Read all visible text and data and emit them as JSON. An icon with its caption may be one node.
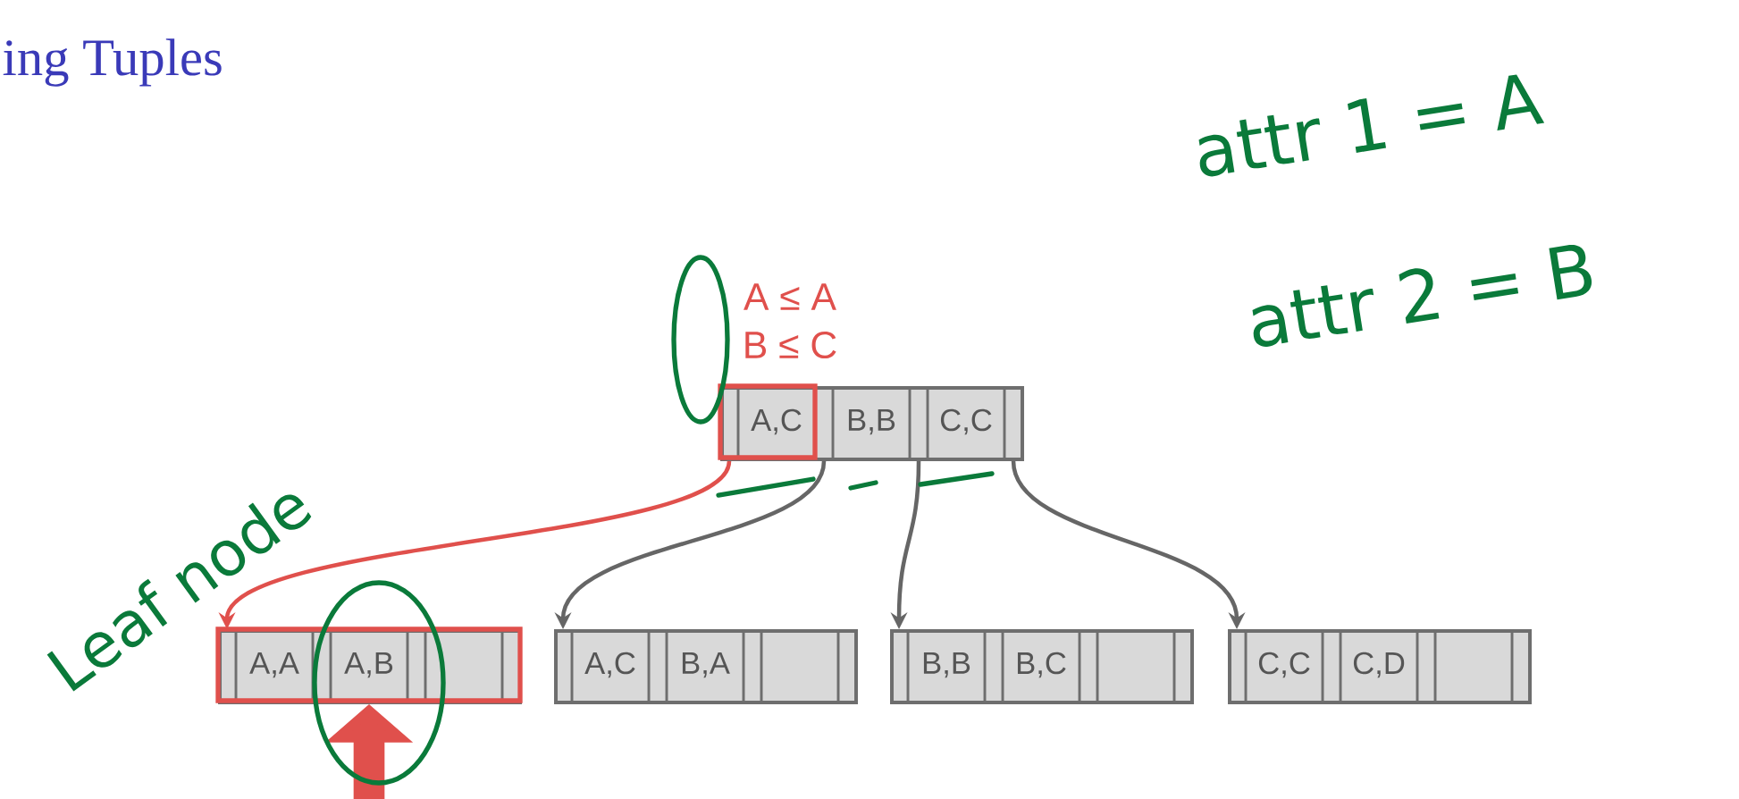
{
  "diagram": {
    "title": "ing Tuples",
    "nodes": [
      {
        "text": [
          "A,C",
          "B,B",
          "C,C"
        ]
      },
      {
        "text": [
          "A,A",
          "A,B"
        ]
      },
      {
        "text": [
          "A,C",
          "B,A"
        ]
      },
      {
        "text": [
          "B,B",
          "B,C"
        ]
      },
      {
        "text": [
          "C,C",
          "C,D"
        ]
      }
    ],
    "edges": [
      {
        "from": 0,
        "to": 1,
        "arrow": "to",
        "color": "#e0504c"
      },
      {
        "from": 0,
        "to": 2,
        "arrow": "to"
      },
      {
        "from": 0,
        "to": 3,
        "arrow": "to"
      },
      {
        "from": 0,
        "to": 4,
        "arrow": "to"
      },
      {
        "from": null,
        "to": 1,
        "arrow": "to",
        "color": "#e0504c",
        "style": "thick"
      }
    ],
    "labels": [
      "A ≤ A",
      "B ≤ C",
      "attr 1 = A",
      "attr 2 = B",
      "Leaf node"
    ]
  }
}
